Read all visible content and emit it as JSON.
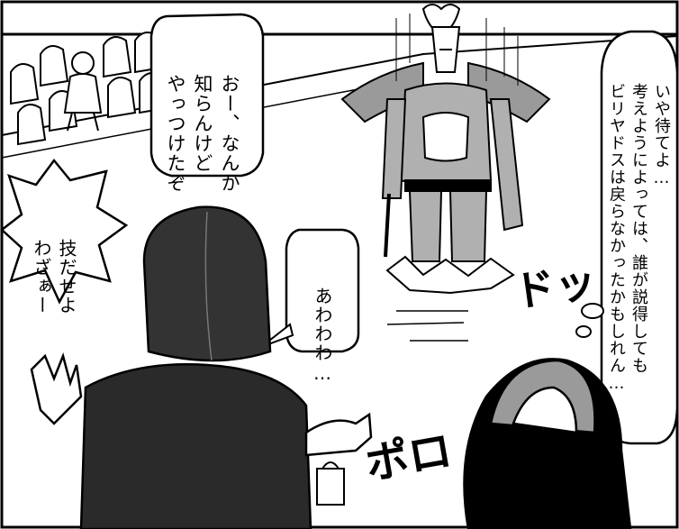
{
  "speech": {
    "spectator": [
      "おー、なんか",
      "知らんけど",
      "やっつけたぞ"
    ],
    "shout": [
      "技だせよ",
      "わざぁー"
    ],
    "stammer": [
      "あわわわ…"
    ],
    "thought": [
      "いや待てよ…",
      "考えようによっては、誰が説得しても",
      "ビリヤドスは戻らなかったかもしれん…"
    ]
  },
  "sfx": {
    "impact": "ドッ",
    "drop": "ポロ"
  },
  "colors": {
    "ink": "#000000",
    "paper": "#ffffff",
    "screentone": "#9a9a9a"
  }
}
